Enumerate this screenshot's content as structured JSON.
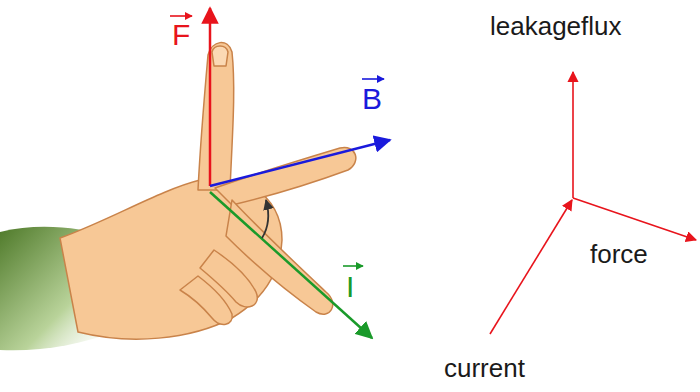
{
  "diagram": {
    "labels": [
      "F",
      "B",
      "I",
      "leakageflux",
      "force",
      "current"
    ]
  }
}
